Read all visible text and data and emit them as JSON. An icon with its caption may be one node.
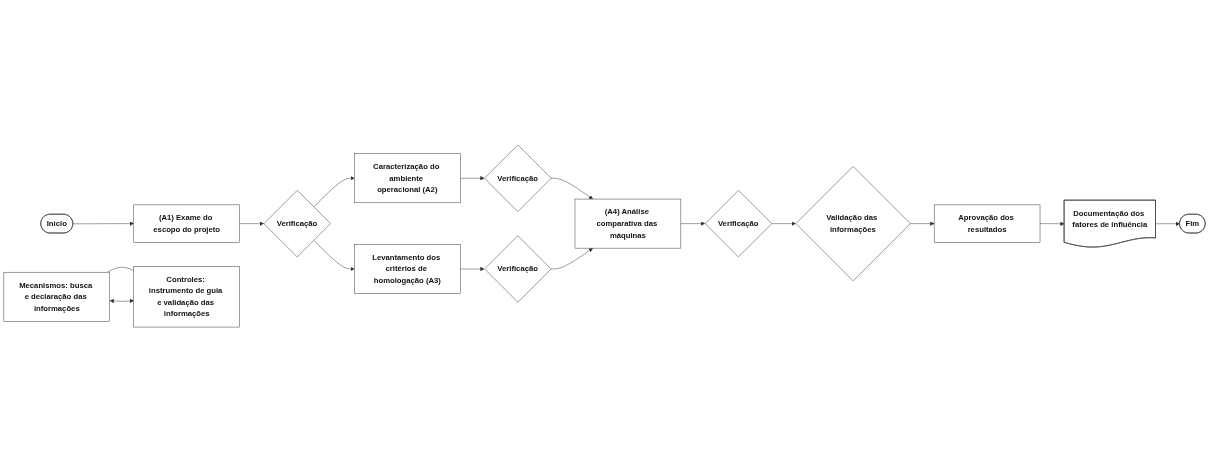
{
  "diagram": {
    "nodes": [
      {
        "text": [
          "Início"
        ]
      },
      {
        "text": [
          "Mecanismos: busca e declaração das informações"
        ]
      },
      {
        "text": [
          "(A1) Exame do escopo do projeto"
        ]
      },
      {
        "text": [
          "Verificação"
        ]
      },
      {
        "text": [
          "Caracterização do ambiente operacional (A2)"
        ]
      },
      {
        "text": [
          "Verificação"
        ]
      },
      {
        "text": [
          "Levantamento dos critérios de homologação (A3)"
        ]
      },
      {
        "text": [
          "Verificação"
        ]
      },
      {
        "text": [
          "(A4) Análise comparativa das máquinas"
        ]
      },
      {
        "text": [
          "Verificação"
        ]
      },
      {
        "text": [
          "Validação das informações"
        ]
      },
      {
        "text": [
          "Aprovação dos resultados"
        ]
      },
      {
        "text": [
          "Documentação dos fatores de influência"
        ]
      },
      {
        "text": [
          "Controles: instrumento de guia e validação das informações"
        ]
      },
      {
        "text": [
          "Fim"
        ]
      }
    ],
    "edges": [
      {
        "from": 0,
        "to": 2,
        "arrow": "to"
      },
      {
        "from": 2,
        "to": 3,
        "arrow": "to"
      },
      {
        "from": 3,
        "to": 4,
        "arrow": "to"
      },
      {
        "from": 3,
        "to": 6,
        "arrow": "to"
      },
      {
        "from": 4,
        "to": 5,
        "arrow": "to"
      },
      {
        "from": 6,
        "to": 7,
        "arrow": "to"
      },
      {
        "from": 5,
        "to": 8,
        "arrow": "to"
      },
      {
        "from": 7,
        "to": 8,
        "arrow": "to"
      },
      {
        "from": 8,
        "to": 9,
        "arrow": "to"
      },
      {
        "from": 9,
        "to": 10,
        "arrow": "to"
      },
      {
        "from": 10,
        "to": 11,
        "arrow": "to"
      },
      {
        "from": 11,
        "to": 12,
        "arrow": "to"
      },
      {
        "from": 12,
        "to": 14,
        "arrow": "to"
      },
      {
        "from": 1,
        "to": 13,
        "arrow": "none"
      },
      {
        "from": 1,
        "to": 13,
        "arrow": "both"
      }
    ]
  }
}
